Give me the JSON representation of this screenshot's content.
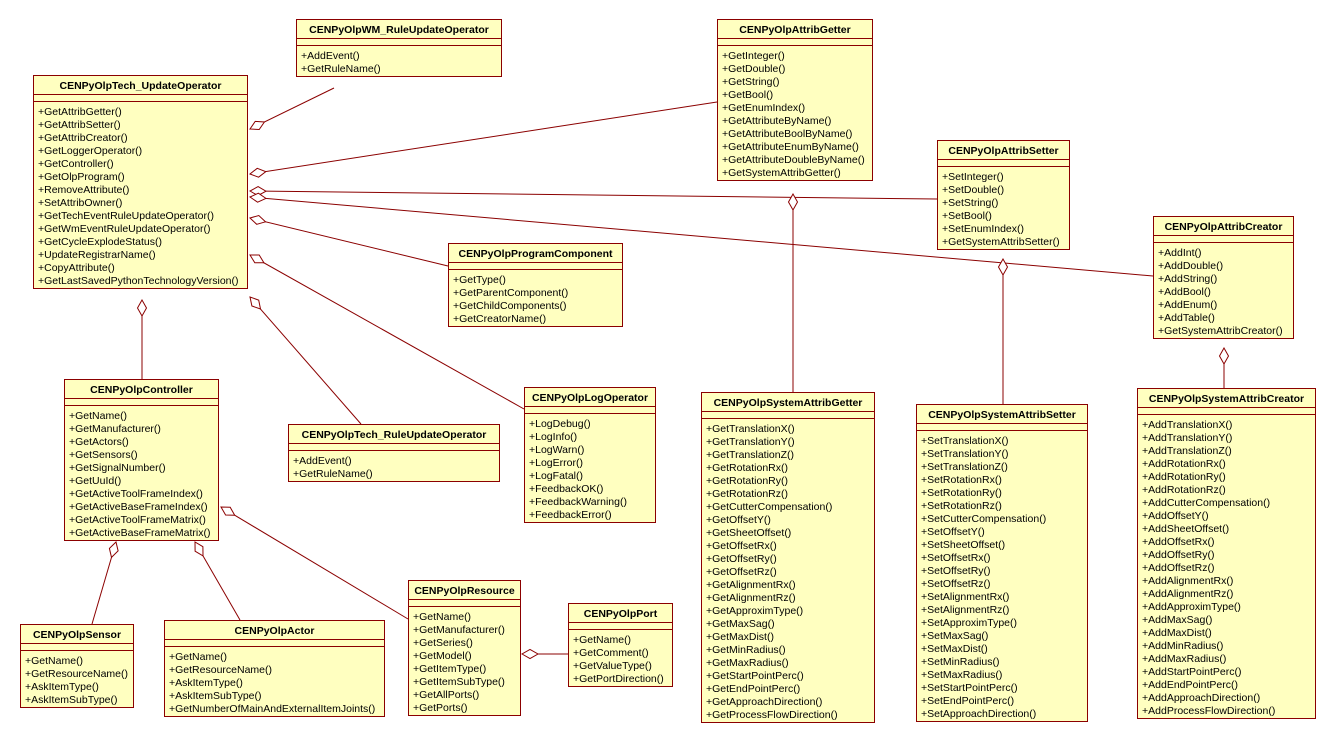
{
  "classes": [
    {
      "id": "techUpdate",
      "name": "CENPyOlpTech_UpdateOperator",
      "ops": [
        "+GetAttribGetter()",
        "+GetAttribSetter()",
        "+GetAttribCreator()",
        "+GetLoggerOperator()",
        "+GetController()",
        "+GetOlpProgram()",
        "+RemoveAttribute()",
        "+SetAttribOwner()",
        "+GetTechEventRuleUpdateOperator()",
        "+GetWmEventRuleUpdateOperator()",
        "+GetCycleExplodeStatus()",
        "+UpdateRegistrarName()",
        "+CopyAttribute()",
        "+GetLastSavedPythonTechnologyVersion()"
      ]
    },
    {
      "id": "wmRule",
      "name": "CENPyOlpWM_RuleUpdateOperator",
      "ops": [
        "+AddEvent()",
        "+GetRuleName()"
      ]
    },
    {
      "id": "attribGetter",
      "name": "CENPyOlpAttribGetter",
      "ops": [
        "+GetInteger()",
        "+GetDouble()",
        "+GetString()",
        "+GetBool()",
        "+GetEnumIndex()",
        "+GetAttributeByName()",
        "+GetAttributeBoolByName()",
        "+GetAttributeEnumByName()",
        "+GetAttributeDoubleByName()",
        "+GetSystemAttribGetter()"
      ]
    },
    {
      "id": "attribSetter",
      "name": "CENPyOlpAttribSetter",
      "ops": [
        "+SetInteger()",
        "+SetDouble()",
        "+SetString()",
        "+SetBool()",
        "+SetEnumIndex()",
        "+GetSystemAttribSetter()"
      ]
    },
    {
      "id": "attribCreator",
      "name": "CENPyOlpAttribCreator",
      "ops": [
        "+AddInt()",
        "+AddDouble()",
        "+AddString()",
        "+AddBool()",
        "+AddEnum()",
        "+AddTable()",
        "+GetSystemAttribCreator()"
      ]
    },
    {
      "id": "programComponent",
      "name": "CENPyOlpProgramComponent",
      "ops": [
        "+GetType()",
        "+GetParentComponent()",
        "+GetChildComponents()",
        "+GetCreatorName()"
      ]
    },
    {
      "id": "controller",
      "name": "CENPyOlpController",
      "ops": [
        "+GetName()",
        "+GetManufacturer()",
        "+GetActors()",
        "+GetSensors()",
        "+GetSignalNumber()",
        "+GetUuId()",
        "+GetActiveToolFrameIndex()",
        "+GetActiveBaseFrameIndex()",
        "+GetActiveToolFrameMatrix()",
        "+GetActiveBaseFrameMatrix()"
      ]
    },
    {
      "id": "techRule",
      "name": "CENPyOlpTech_RuleUpdateOperator",
      "ops": [
        "+AddEvent()",
        "+GetRuleName()"
      ]
    },
    {
      "id": "logOperator",
      "name": "CENPyOlpLogOperator",
      "ops": [
        "+LogDebug()",
        "+LogInfo()",
        "+LogWarn()",
        "+LogError()",
        "+LogFatal()",
        "+FeedbackOK()",
        "+FeedbackWarning()",
        "+FeedbackError()"
      ]
    },
    {
      "id": "sysGetter",
      "name": "CENPyOlpSystemAttribGetter",
      "ops": [
        "+GetTranslationX()",
        "+GetTranslationY()",
        "+GetTranslationZ()",
        "+GetRotationRx()",
        "+GetRotationRy()",
        "+GetRotationRz()",
        "+GetCutterCompensation()",
        "+GetOffsetY()",
        "+GetSheetOffset()",
        "+GetOffsetRx()",
        "+GetOffsetRy()",
        "+GetOffsetRz()",
        "+GetAlignmentRx()",
        "+GetAlignmentRz()",
        "+GetApproximType()",
        "+GetMaxSag()",
        "+GetMaxDist()",
        "+GetMinRadius()",
        "+GetMaxRadius()",
        "+GetStartPointPerc()",
        "+GetEndPointPerc()",
        "+GetApproachDirection()",
        "+GetProcessFlowDirection()"
      ]
    },
    {
      "id": "sysSetter",
      "name": "CENPyOlpSystemAttribSetter",
      "ops": [
        "+SetTranslationX()",
        "+SetTranslationY()",
        "+SetTranslationZ()",
        "+SetRotationRx()",
        "+SetRotationRy()",
        "+SetRotationRz()",
        "+SetCutterCompensation()",
        "+SetOffsetY()",
        "+SetSheetOffset()",
        "+SetOffsetRx()",
        "+SetOffsetRy()",
        "+SetOffsetRz()",
        "+SetAlignmentRx()",
        "+SetAlignmentRz()",
        "+SetApproximType()",
        "+SetMaxSag()",
        "+SetMaxDist()",
        "+SetMinRadius()",
        "+SetMaxRadius()",
        "+SetStartPointPerc()",
        "+SetEndPointPerc()",
        "+SetApproachDirection()"
      ]
    },
    {
      "id": "sysCreator",
      "name": "CENPyOlpSystemAttribCreator",
      "ops": [
        "+AddTranslationX()",
        "+AddTranslationY()",
        "+AddTranslationZ()",
        "+AddRotationRx()",
        "+AddRotationRy()",
        "+AddRotationRz()",
        "+AddCutterCompensation()",
        "+AddOffsetY()",
        "+AddSheetOffset()",
        "+AddOffsetRx()",
        "+AddOffsetRy()",
        "+AddOffsetRz()",
        "+AddAlignmentRx()",
        "+AddAlignmentRz()",
        "+AddApproximType()",
        "+AddMaxSag()",
        "+AddMaxDist()",
        "+AddMinRadius()",
        "+AddMaxRadius()",
        "+AddStartPointPerc()",
        "+AddEndPointPerc()",
        "+AddApproachDirection()",
        "+AddProcessFlowDirection()"
      ]
    },
    {
      "id": "sensor",
      "name": "CENPyOlpSensor",
      "ops": [
        "+GetName()",
        "+GetResourceName()",
        "+AskItemType()",
        "+AskItemSubType()"
      ]
    },
    {
      "id": "actor",
      "name": "CENPyOlpActor",
      "ops": [
        "+GetName()",
        "+GetResourceName()",
        "+AskItemType()",
        "+AskItemSubType()",
        "+GetNumberOfMainAndExternalItemJoints()"
      ]
    },
    {
      "id": "resource",
      "name": "CENPyOlpResource",
      "ops": [
        "+GetName()",
        "+GetManufacturer()",
        "+GetSeries()",
        "+GetModel()",
        "+GetItemType()",
        "+GetItemSubType()",
        "+GetAllPorts()",
        "+GetPorts()"
      ]
    },
    {
      "id": "port",
      "name": "CENPyOlpPort",
      "ops": [
        "+GetName()",
        "+GetComment()",
        "+GetValueType()",
        "+GetPortDirection()"
      ]
    }
  ],
  "colors": {
    "box_fill": "#ffffc0",
    "box_border": "#8b0000",
    "line": "#8b0000"
  }
}
